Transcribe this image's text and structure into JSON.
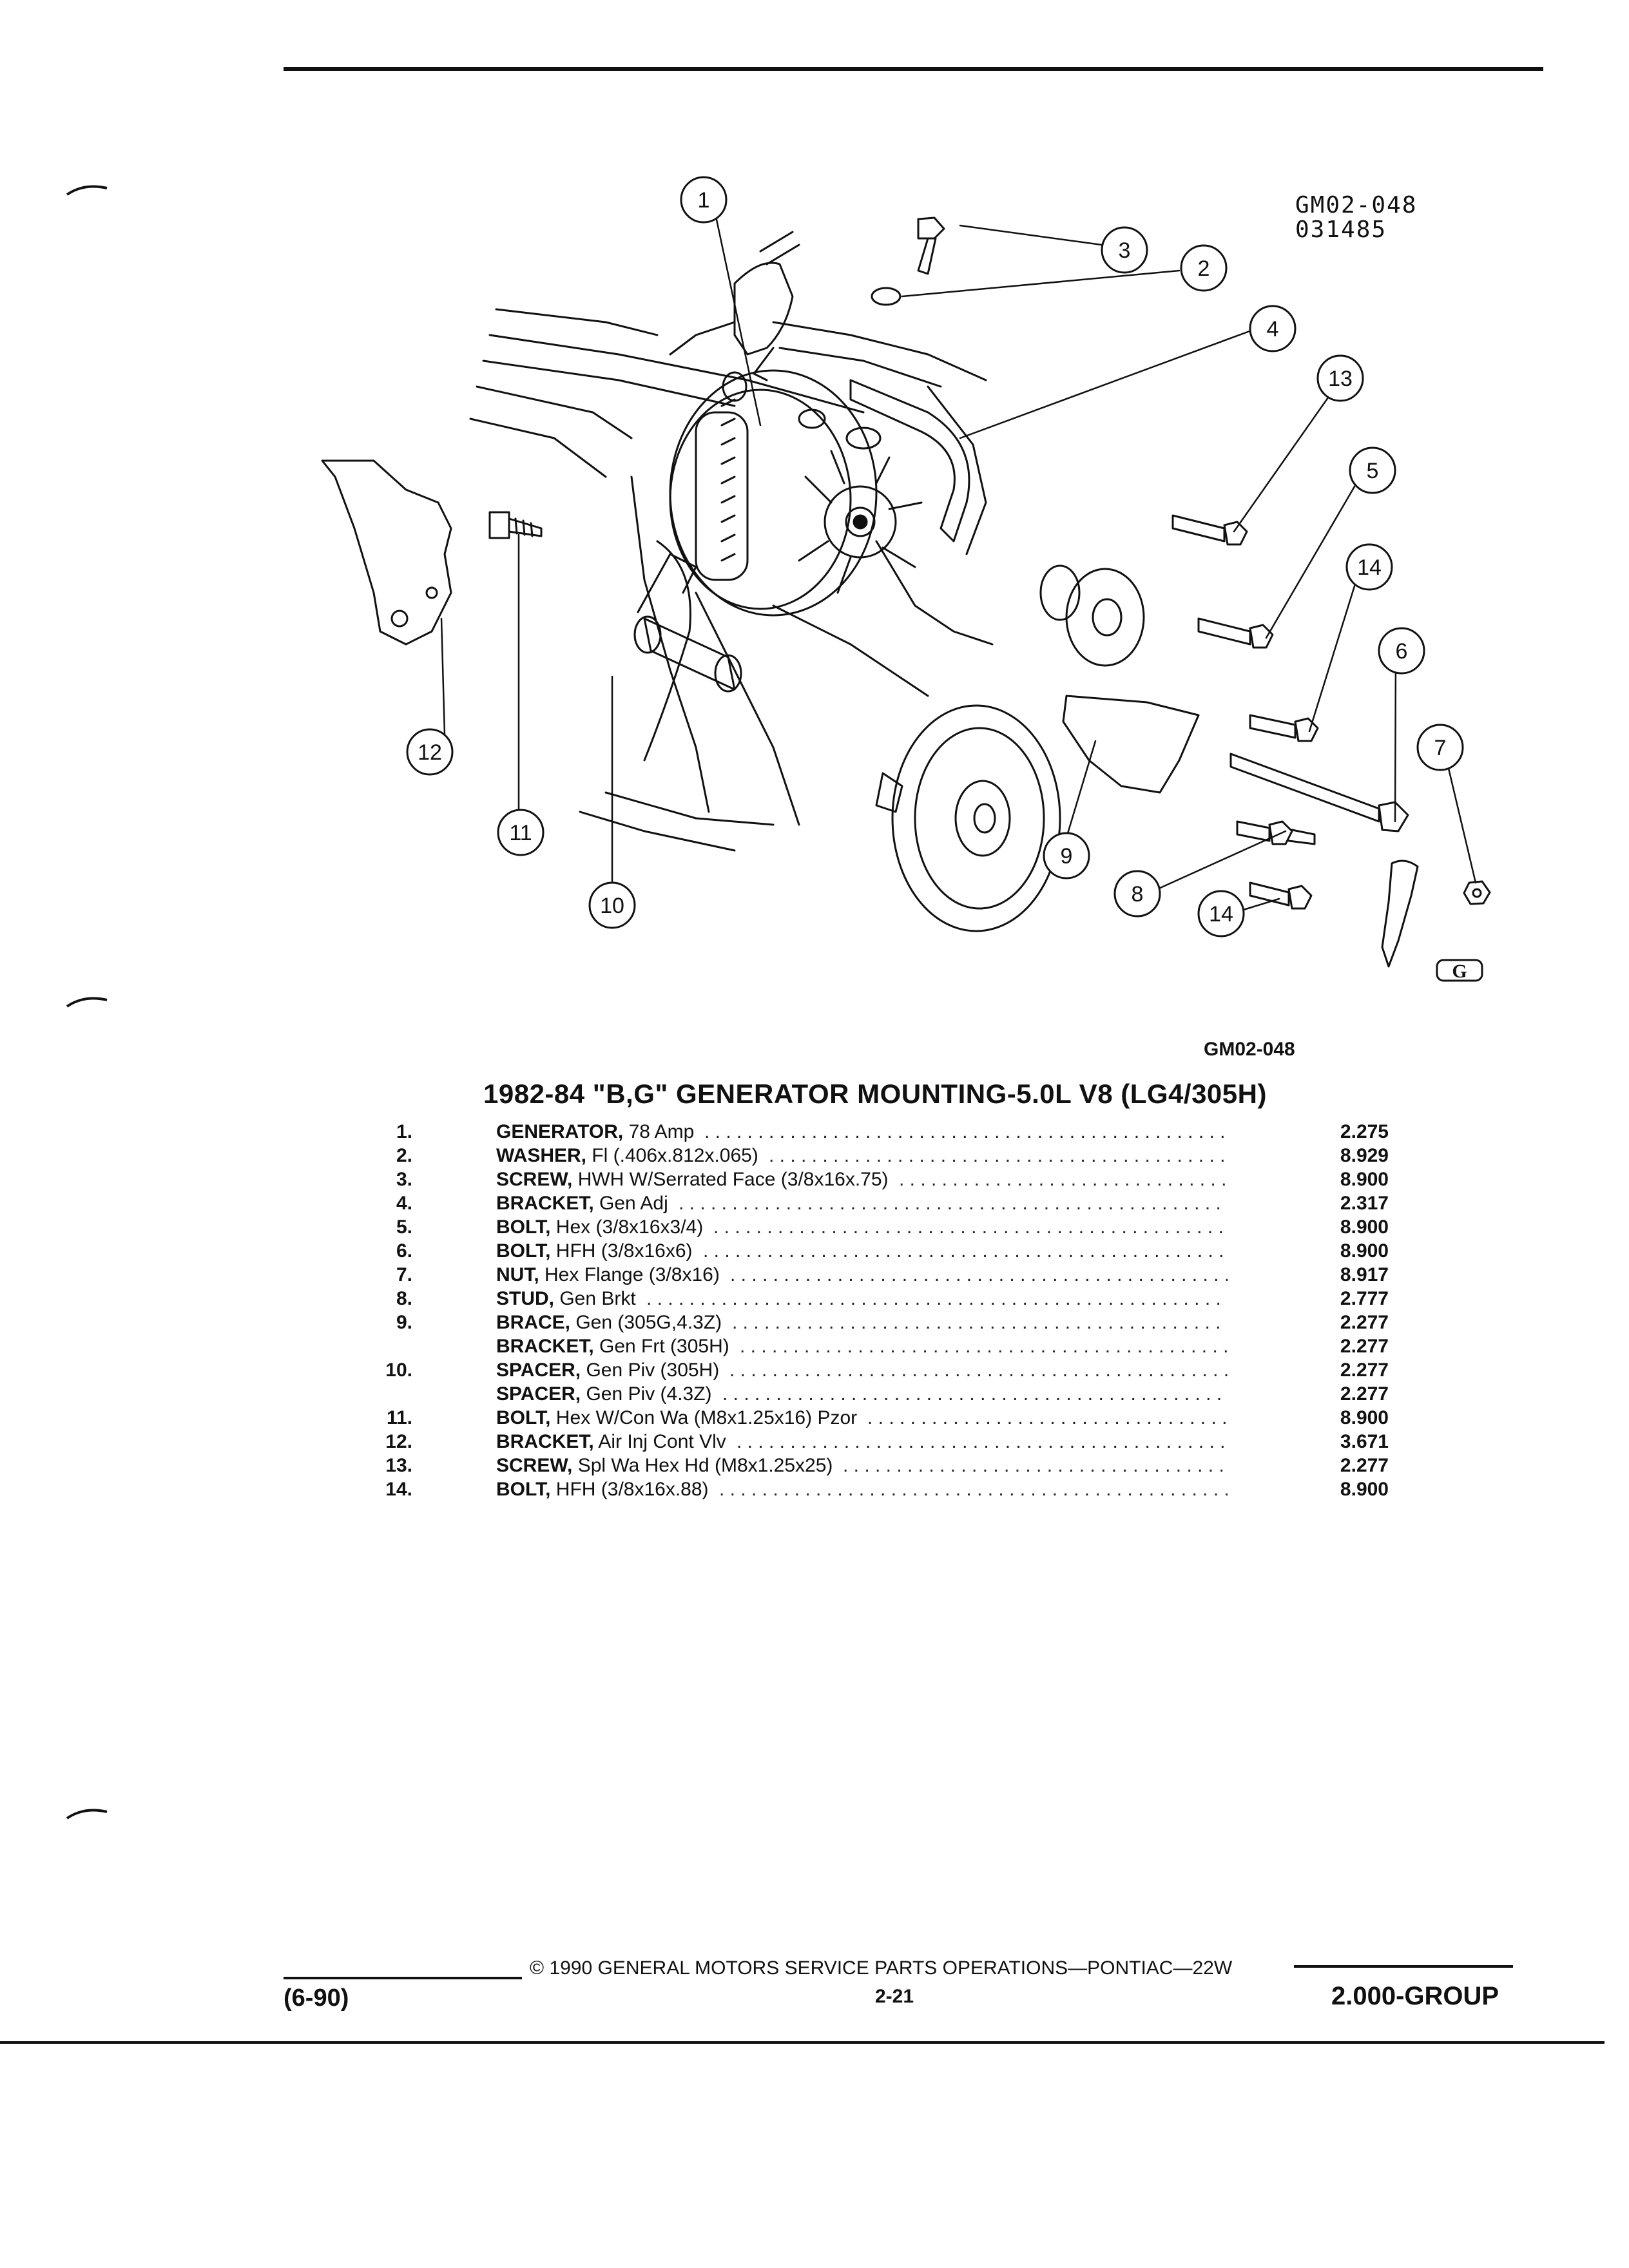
{
  "header": {
    "ref_code": "GM02-048",
    "ref_date": "031485"
  },
  "diagram": {
    "callouts": [
      "1",
      "2",
      "3",
      "4",
      "5",
      "6",
      "7",
      "8",
      "9",
      "10",
      "11",
      "12",
      "13",
      "14",
      "14"
    ],
    "logo_text": "G"
  },
  "caption_code": "GM02-048",
  "title": "1982-84 \"B,G\" GENERATOR MOUNTING-5.0L V8 (LG4/305H)",
  "parts": [
    {
      "num": "1.",
      "name": "GENERATOR,",
      "detail": " 78 Amp",
      "code": "2.275"
    },
    {
      "num": "2.",
      "name": "WASHER,",
      "detail": " Fl (.406x.812x.065)",
      "code": "8.929"
    },
    {
      "num": "3.",
      "name": "SCREW,",
      "detail": " HWH W/Serrated Face (3/8x16x.75)",
      "code": "8.900"
    },
    {
      "num": "4.",
      "name": "BRACKET,",
      "detail": " Gen Adj",
      "code": "2.317"
    },
    {
      "num": "5.",
      "name": "BOLT,",
      "detail": " Hex (3/8x16x3/4)",
      "code": "8.900"
    },
    {
      "num": "6.",
      "name": "BOLT,",
      "detail": " HFH (3/8x16x6)",
      "code": "8.900"
    },
    {
      "num": "7.",
      "name": "NUT,",
      "detail": " Hex Flange (3/8x16)",
      "code": "8.917"
    },
    {
      "num": "8.",
      "name": "STUD,",
      "detail": " Gen Brkt",
      "code": "2.777"
    },
    {
      "num": "9.",
      "name": "BRACE,",
      "detail": " Gen (305G,4.3Z)",
      "code": "2.277"
    },
    {
      "num": "",
      "name": "BRACKET,",
      "detail": " Gen Frt (305H)",
      "code": "2.277"
    },
    {
      "num": "10.",
      "name": "SPACER,",
      "detail": " Gen Piv (305H)",
      "code": "2.277"
    },
    {
      "num": "",
      "name": "SPACER,",
      "detail": " Gen Piv (4.3Z)",
      "code": "2.277"
    },
    {
      "num": "11.",
      "name": "BOLT,",
      "detail": " Hex W/Con Wa (M8x1.25x16) Pzor",
      "code": "8.900"
    },
    {
      "num": "12.",
      "name": "BRACKET,",
      "detail": " Air Inj Cont Vlv",
      "code": "3.671"
    },
    {
      "num": "13.",
      "name": "SCREW,",
      "detail": " Spl Wa Hex Hd (M8x1.25x25)",
      "code": "2.277"
    },
    {
      "num": "14.",
      "name": "BOLT,",
      "detail": " HFH (3/8x16x.88)",
      "code": "8.900"
    }
  ],
  "footer": {
    "date": "(6-90)",
    "copyright": "© 1990 GENERAL MOTORS SERVICE PARTS OPERATIONS—PONTIAC—22W",
    "page": "2-21",
    "group": "2.000-GROUP"
  }
}
